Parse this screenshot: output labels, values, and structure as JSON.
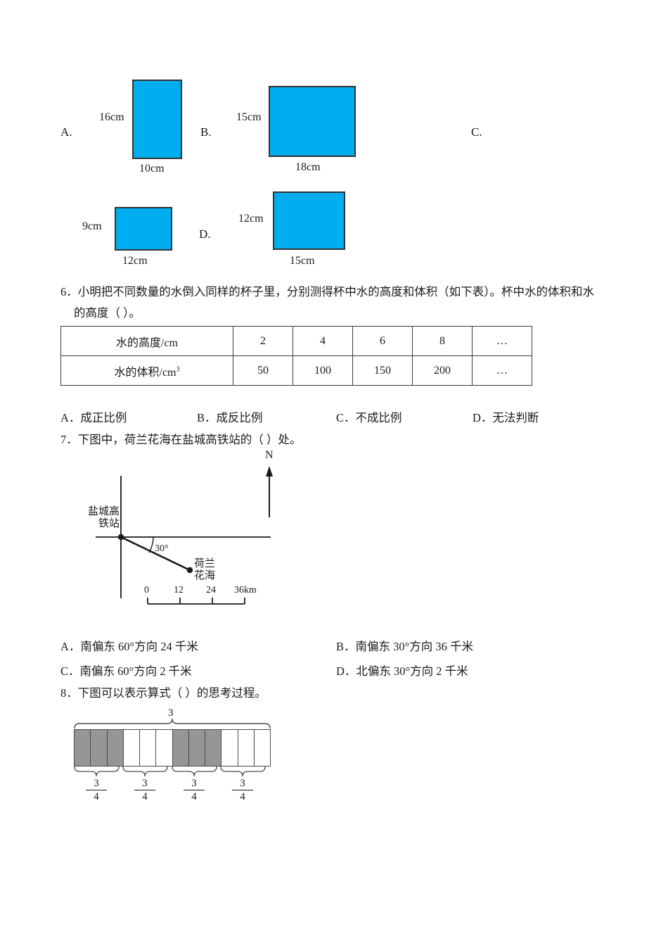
{
  "question5": {
    "options": [
      {
        "letter": "A.",
        "height_label": "16cm",
        "width_label": "10cm",
        "fill": "#00ADEF"
      },
      {
        "letter": "B.",
        "height_label": "15cm",
        "width_label": "18cm",
        "fill": "#00ADEF"
      },
      {
        "letter": "C.",
        "height_label": "9cm",
        "width_label": "12cm",
        "fill": "#00ADEF"
      },
      {
        "letter": "D.",
        "height_label": "12cm",
        "width_label": "15cm",
        "fill": "#00ADEF"
      }
    ]
  },
  "question6": {
    "stem_line1": "6．小明把不同数量的水倒入同样的杯子里，分别测得杯中水的高度和体积（如下表）。杯中水的体积和水",
    "stem_line2": "的高度（      ）。",
    "table": {
      "rows": [
        {
          "header": "水的高度/cm",
          "header_unit_sup": "",
          "cells": [
            "2",
            "4",
            "6",
            "8",
            "…"
          ]
        },
        {
          "header": "水的体积/cm",
          "header_unit_sup": "3",
          "cells": [
            "50",
            "100",
            "150",
            "200",
            "…"
          ]
        }
      ]
    },
    "choices": [
      "A．成正比例",
      "B．成反比例",
      "C．不成比例",
      "D．无法判断"
    ]
  },
  "question7": {
    "stem": "7．下图中，荷兰花海在盐城高铁站的（      ）处。",
    "diagram": {
      "north_label": "N",
      "station_label_line1": "盐城高",
      "station_label_line2": "铁站",
      "destination_label_line1": "荷兰",
      "destination_label_line2": "花海",
      "angle_label": "30°",
      "scale_ticks": [
        "0",
        "12",
        "24",
        "36km"
      ]
    },
    "choices": [
      "A．南偏东 60°方向 24 千米",
      "B．南偏东 30°方向 36 千米",
      "C．南偏东 60°方向 2 千米",
      "D．北偏东 30°方向 2 千米"
    ]
  },
  "question8": {
    "stem": "8．下图可以表示算式（      ）的思考过程。",
    "diagram": {
      "top_label": "3",
      "total_cells": 12,
      "group_size": 3,
      "group_shading": [
        "shaded",
        "blank",
        "shaded",
        "blank"
      ],
      "shaded_color": "#969696",
      "group_labels": [
        {
          "numerator": "3",
          "denominator": "4"
        },
        {
          "numerator": "3",
          "denominator": "4"
        },
        {
          "numerator": "3",
          "denominator": "4"
        },
        {
          "numerator": "3",
          "denominator": "4"
        }
      ]
    }
  }
}
